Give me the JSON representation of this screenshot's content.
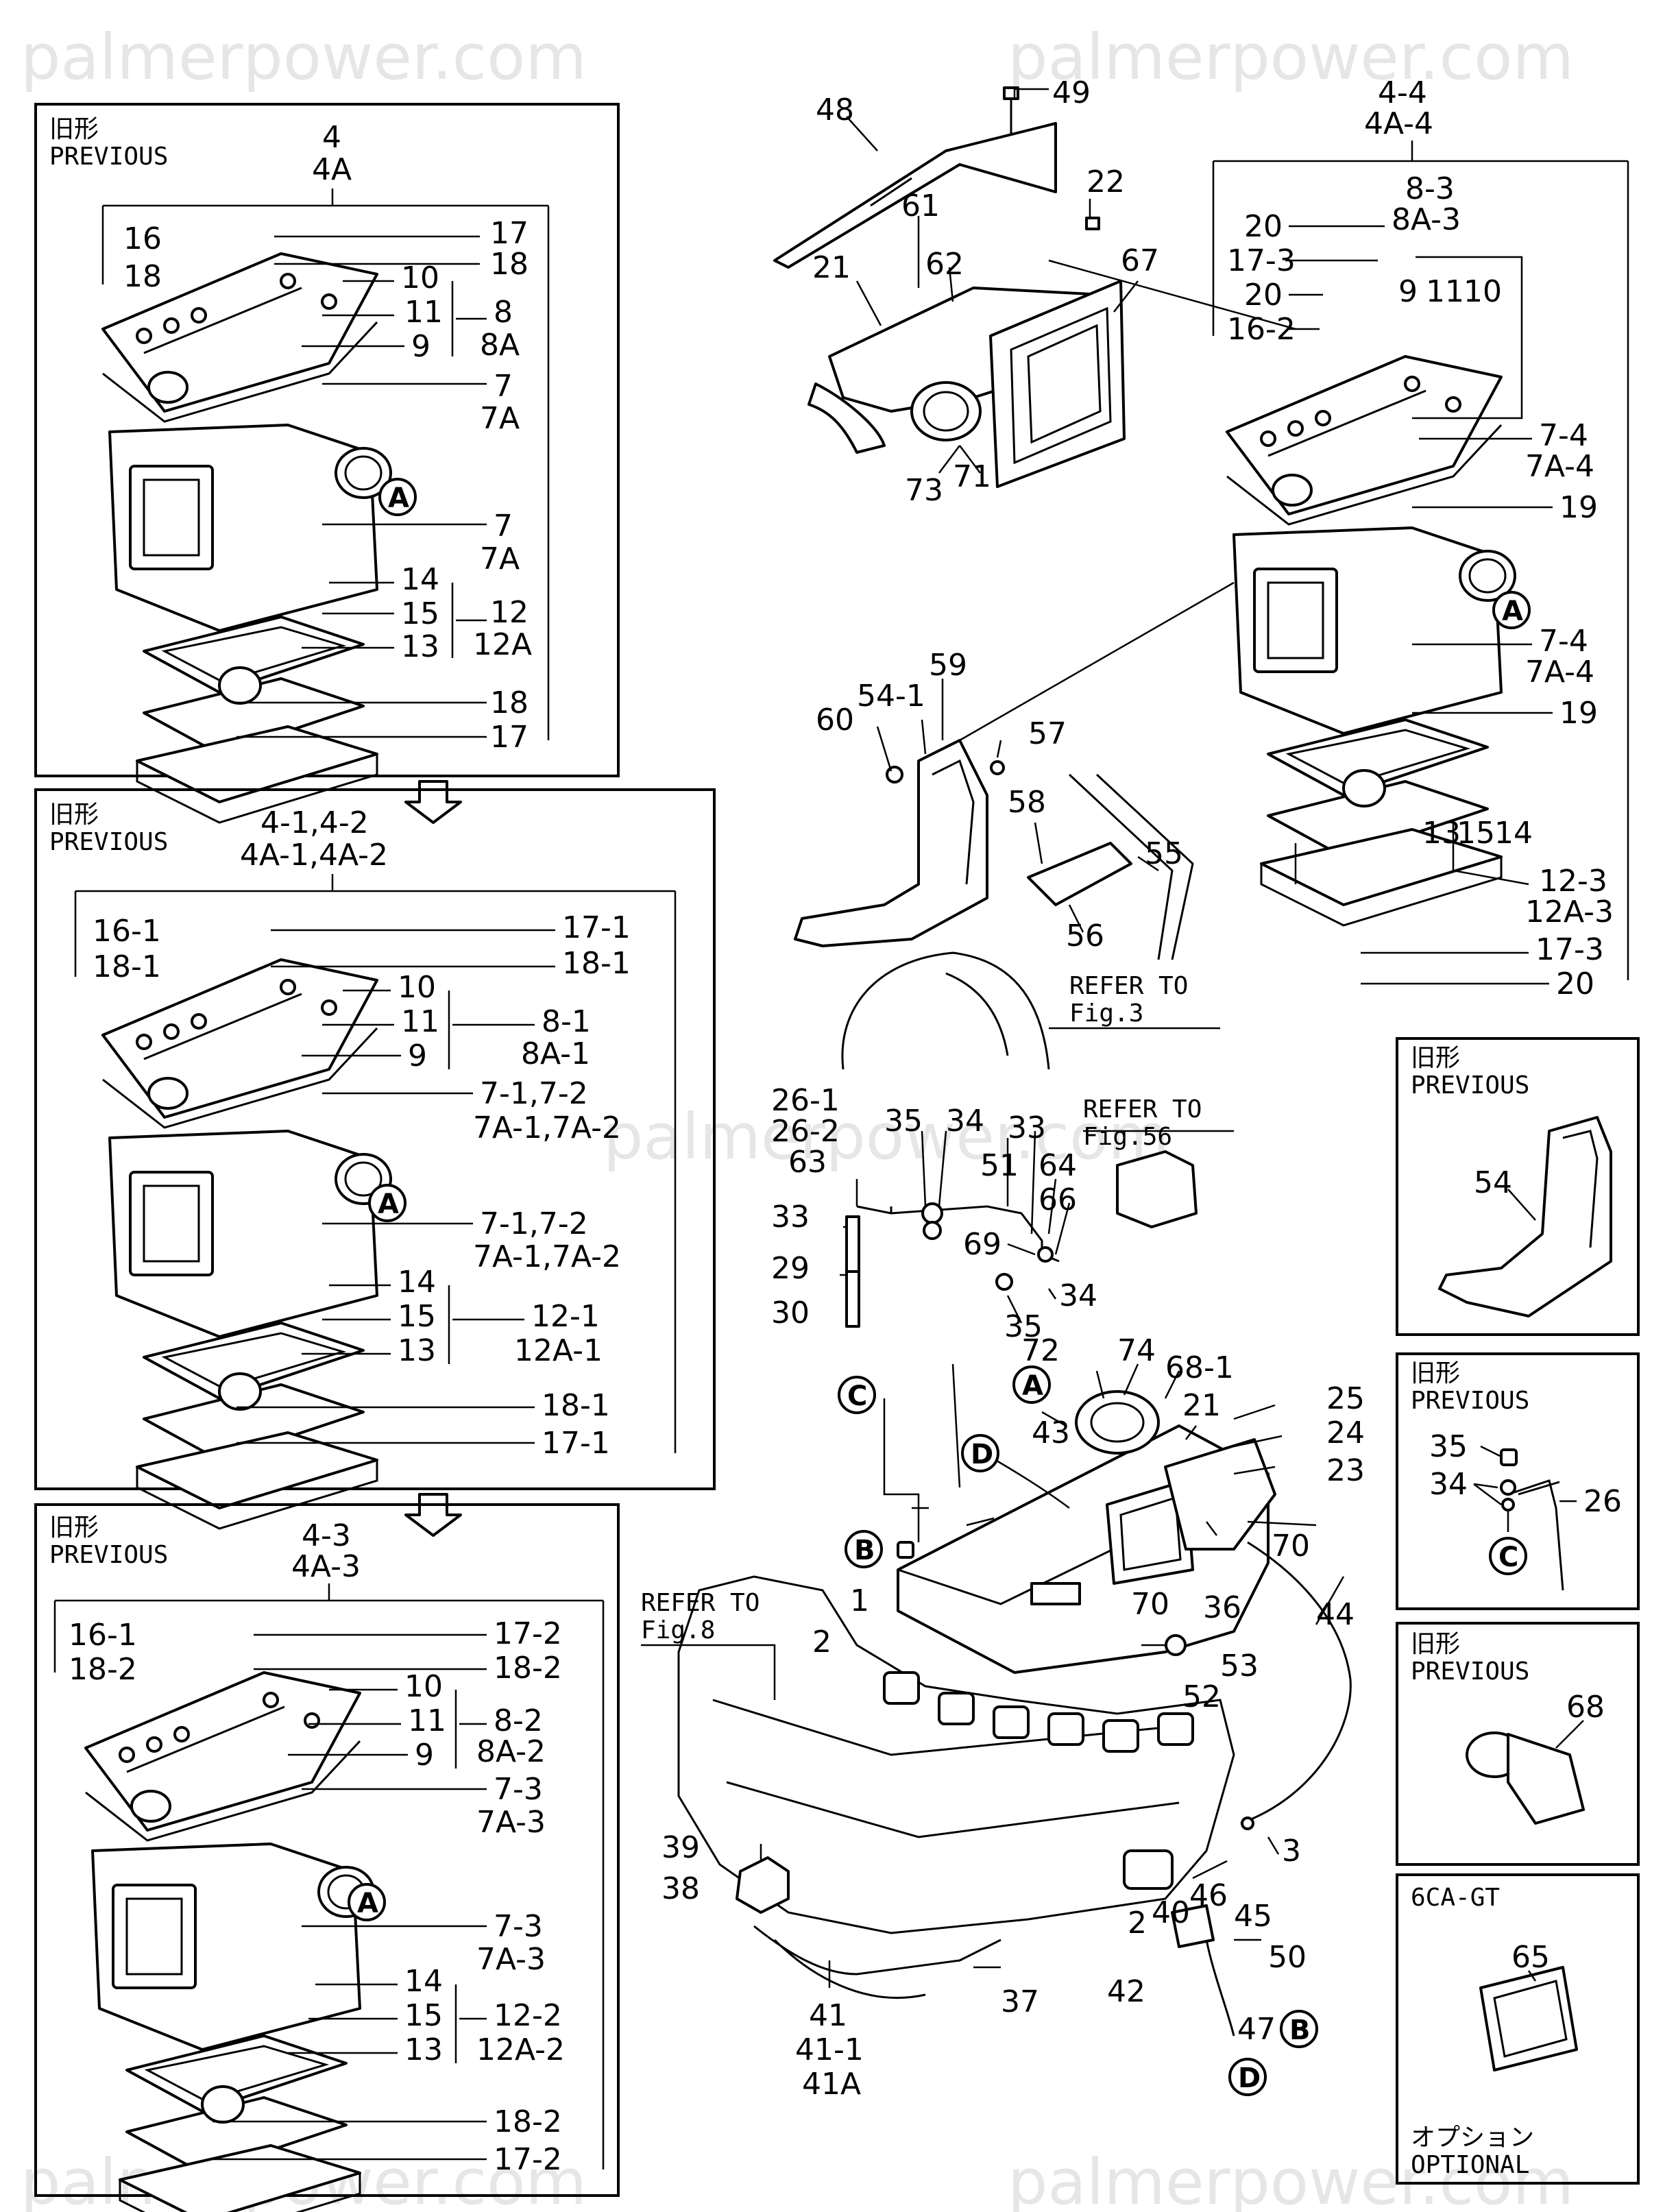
{
  "watermark": "palmerpower.com",
  "prev_label_jp": "旧形",
  "prev_label_en": "PREVIOUS",
  "optional_jp": "オプション",
  "optional_en": "OPTIONAL",
  "model_6cagt": "6CA-GT",
  "refer_to": "REFER TO",
  "fig3": "Fig.3",
  "fig8": "Fig.8",
  "fig56": "Fig.56",
  "callouts": {
    "a": "A",
    "b": "B",
    "c": "C",
    "d": "D"
  },
  "box1": {
    "assy": "4",
    "assy_a": "4A",
    "l16": "16",
    "l18": "18",
    "r17": "17",
    "r18": "18",
    "n10": "10",
    "n11": "11",
    "n9": "9",
    "g8": "8",
    "g8a": "8A",
    "n7": "7",
    "n7a": "7A",
    "m7": "7",
    "m7a": "7A",
    "n14": "14",
    "n15": "15",
    "n13": "13",
    "g12": "12",
    "g12a": "12A",
    "b18": "18",
    "b17": "17"
  },
  "box2": {
    "assy": "4-1,4-2",
    "assy_a": "4A-1,4A-2",
    "l16": "16-1",
    "l18": "18-1",
    "r17": "17-1",
    "r18": "18-1",
    "n10": "10",
    "n11": "11",
    "n9": "9",
    "g8": "8-1",
    "g8a": "8A-1",
    "n7": "7-1,7-2",
    "n7a": "7A-1,7A-2",
    "m7": "7-1,7-2",
    "m7a": "7A-1,7A-2",
    "n14": "14",
    "n15": "15",
    "n13": "13",
    "g12": "12-1",
    "g12a": "12A-1",
    "b18": "18-1",
    "b17": "17-1"
  },
  "box3": {
    "assy": "4-3",
    "assy_a": "4A-3",
    "l16": "16-1",
    "l18": "18-2",
    "r17": "17-2",
    "r18": "18-2",
    "n10": "10",
    "n11": "11",
    "n9": "9",
    "g8": "8-2",
    "g8a": "8A-2",
    "n7": "7-3",
    "n7a": "7A-3",
    "m7": "7-3",
    "m7a": "7A-3",
    "n14": "14",
    "n15": "15",
    "n13": "13",
    "g12": "12-2",
    "g12a": "12A-2",
    "b18": "18-2",
    "b17": "17-2"
  },
  "right_assy": {
    "assy": "4-4",
    "assy_a": "4A-4",
    "g8": "8-3",
    "g8a": "8A-3",
    "n9": "9",
    "n11": "11",
    "n10": "10",
    "l20a": "20",
    "l17": "17-3",
    "l20b": "20",
    "l16": "16-2",
    "n7": "7-4",
    "n7a": "7A-4",
    "n19a": "19",
    "m7": "7-4",
    "m7a": "7A-4",
    "n19b": "19",
    "n13": "13",
    "n15": "15",
    "n14": "14",
    "g12": "12-3",
    "g12a": "12A-3",
    "b17": "17-3",
    "b20": "20"
  },
  "top_parts": {
    "p48": "48",
    "p49": "49",
    "p22": "22",
    "p61": "61",
    "p62": "62",
    "p21": "21",
    "p67": "67",
    "p73": "73",
    "p71": "71"
  },
  "bracket_parts": {
    "p59": "59",
    "p54_1": "54-1",
    "p60": "60",
    "p57": "57",
    "p58": "58",
    "p55": "55",
    "p56": "56"
  },
  "pipe_parts": {
    "p26_1": "26-1",
    "p26_2": "26-2",
    "p63": "63",
    "p35a": "35",
    "p34a": "34",
    "p33a": "33",
    "p51": "51",
    "p64": "64",
    "p66": "66",
    "p69": "69",
    "p34b": "34",
    "p35b": "35",
    "p33b": "33",
    "p29": "29",
    "p30": "30"
  },
  "manifold_parts": {
    "p72": "72",
    "p74": "74",
    "p68_1": "68-1",
    "p21": "21",
    "p25": "25",
    "p24": "24",
    "p23": "23",
    "p43": "43",
    "p70a": "70",
    "p70b": "70",
    "p36": "36",
    "p44": "44",
    "p1": "1",
    "p2a": "2",
    "p53": "53",
    "p52": "52",
    "p3": "3",
    "p2b": "2",
    "p39": "39",
    "p38": "38",
    "p40": "40",
    "p46": "46",
    "p45": "45",
    "p50": "50",
    "p42": "42",
    "p47": "47",
    "p37": "37",
    "p41": "41",
    "p41_1": "41-1",
    "p41a": "41A"
  },
  "prev54": {
    "p54": "54"
  },
  "prev26": {
    "p35": "35",
    "p34": "34",
    "p26": "26"
  },
  "prev68": {
    "p68": "68"
  },
  "opt65": {
    "p65": "65"
  }
}
